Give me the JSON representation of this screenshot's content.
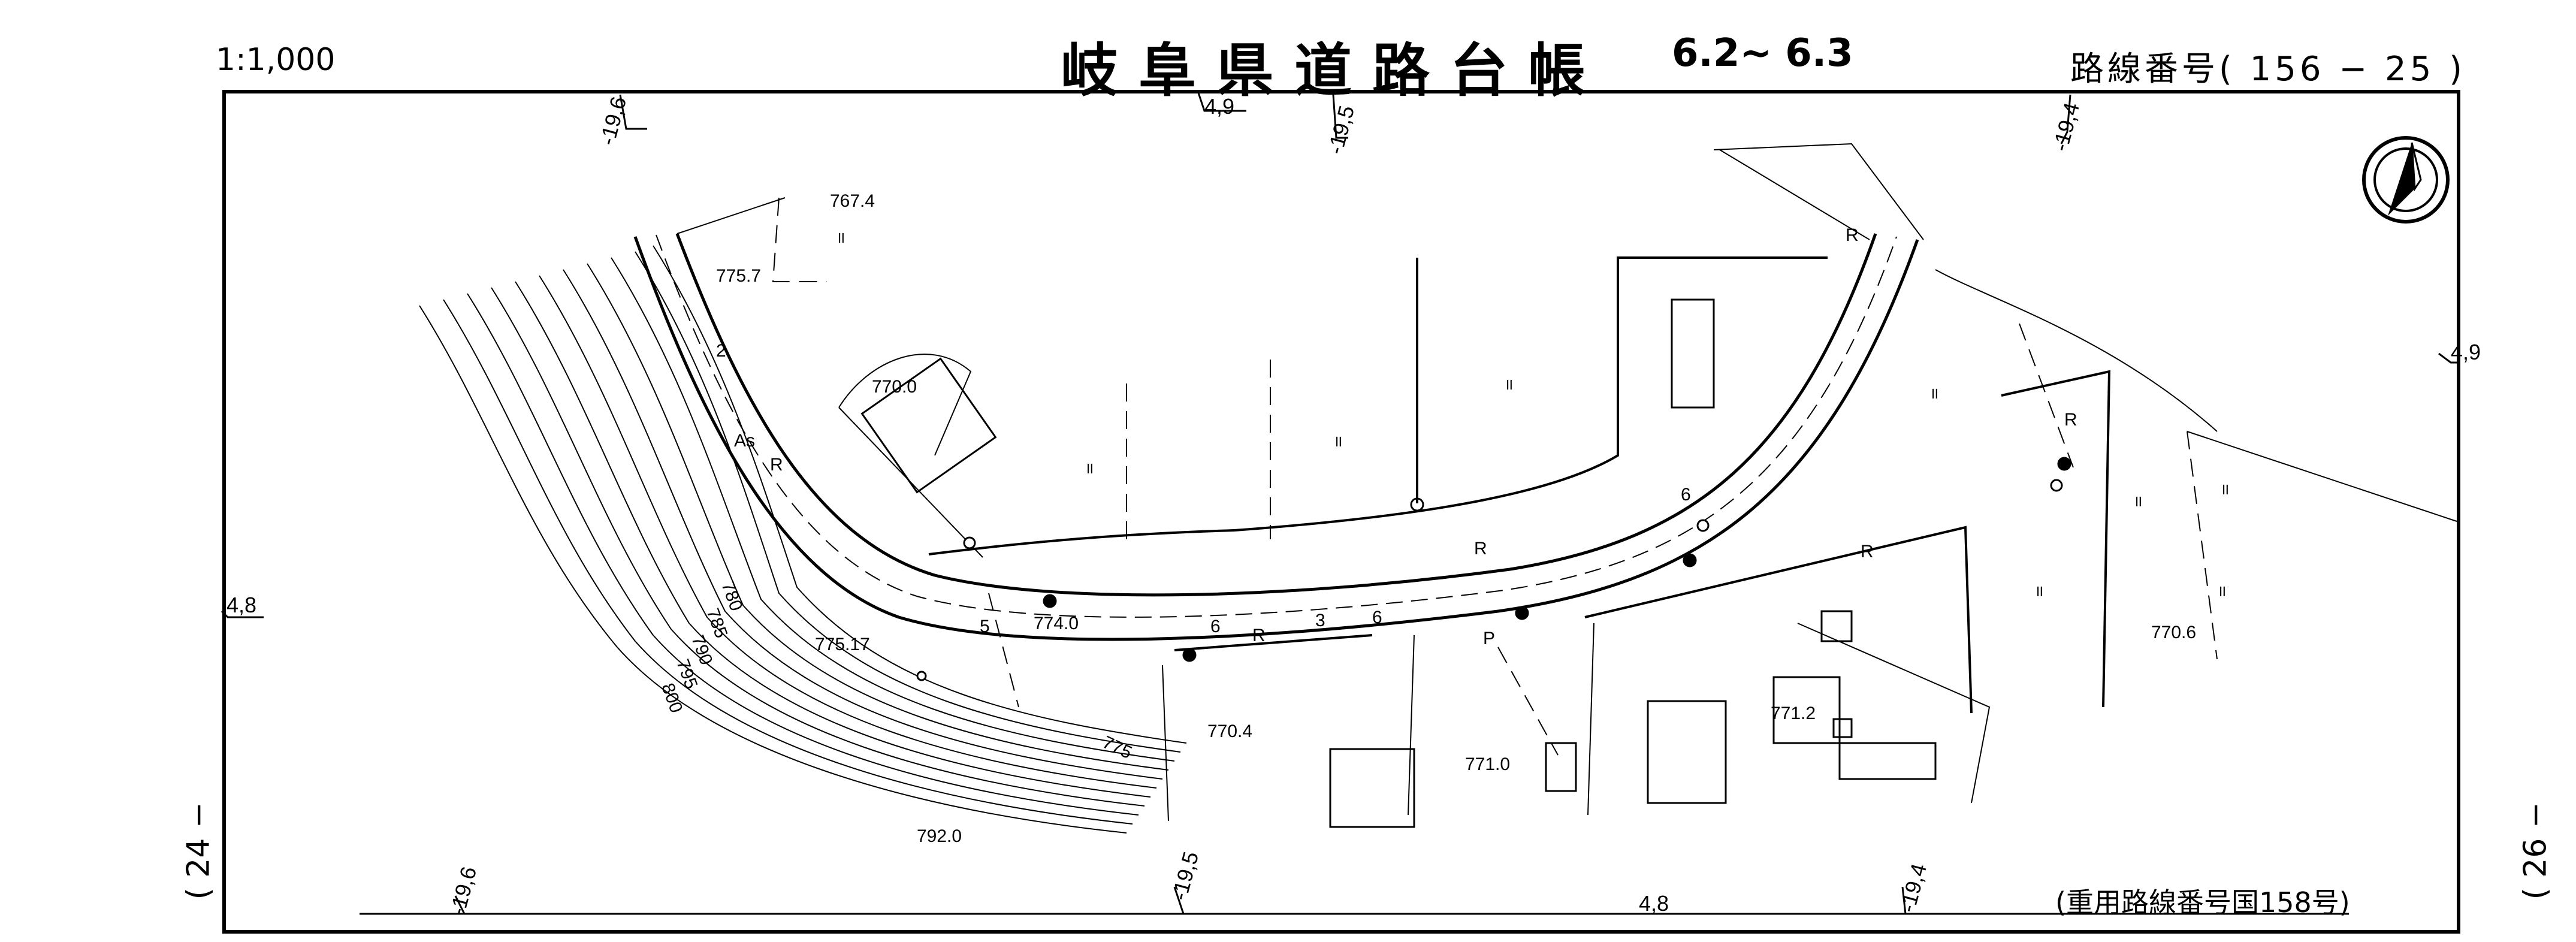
{
  "header": {
    "scale": "1:1,000",
    "title": "岐阜県道路台帳",
    "sheet_range": "6.2~ 6.3",
    "route_number": "路線番号( 156 − 25 )"
  },
  "page_left": "( 24 −",
  "page_right": "( 26 −",
  "dual_route": "(重用路線番号国158号)",
  "grid_labels": {
    "top_196_left": "-19,6",
    "top_49": "4,9",
    "top_195": "-19,5",
    "top_194": "-19,4",
    "right_49": "4,9",
    "left_48": "4,8",
    "bottom_196": "-19,6",
    "bottom_195": "-19,5",
    "bottom_48": "4,8",
    "bottom_194": "-19,4"
  },
  "elevations": {
    "e767": "767.4",
    "e775_7": "775.7",
    "e770_0": "770.0",
    "e774_0": "774.0",
    "e775_17": "775.17",
    "e770_4": "770.4",
    "e771_0": "771.0",
    "e771_2": "771.2",
    "e770_6": "770.6",
    "e792_0": "792.0"
  },
  "contours": {
    "c775": "775",
    "c780": "780",
    "c785": "785",
    "c790": "790",
    "c795": "795",
    "c800": "800"
  },
  "map_marks": {
    "r1": "R",
    "r2": "R",
    "r3": "R",
    "r4": "R",
    "r5": "R",
    "r6": "R",
    "as": "As",
    "p": "P",
    "w13": "3",
    "w6a": "6",
    "w6b": "6",
    "w5": "5",
    "w2": "2",
    "w6c": "6"
  },
  "land_use_marks": [
    "॥",
    "॥",
    "॥",
    "॥",
    "॥",
    "॥",
    "॥",
    "॥",
    "॥"
  ],
  "north_arrow": "north-arrow-icon"
}
